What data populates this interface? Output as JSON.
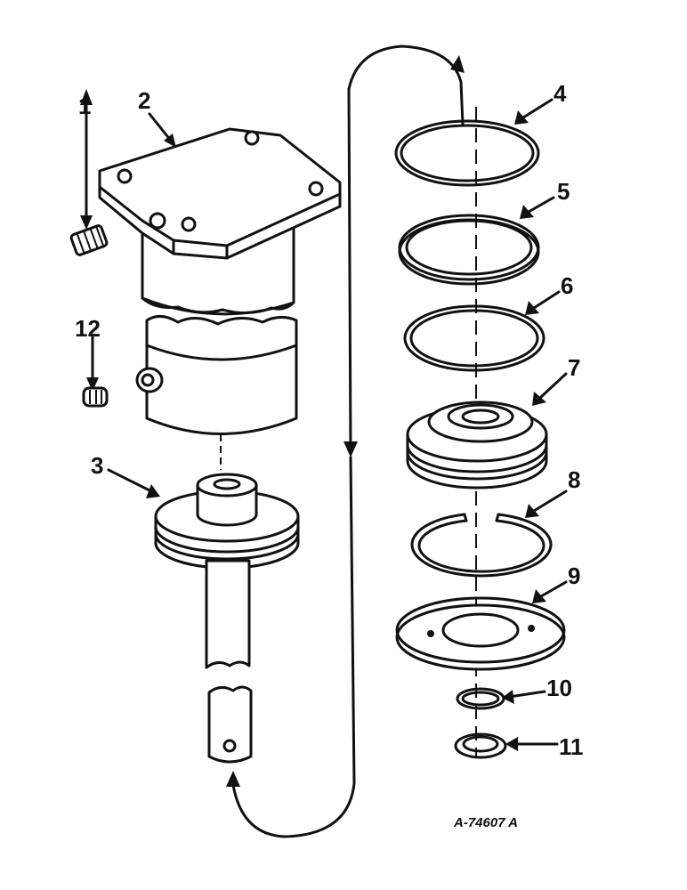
{
  "callouts": [
    {
      "id": "1",
      "label": "1"
    },
    {
      "id": "2",
      "label": "2"
    },
    {
      "id": "3",
      "label": "3"
    },
    {
      "id": "4",
      "label": "4"
    },
    {
      "id": "5",
      "label": "5"
    },
    {
      "id": "6",
      "label": "6"
    },
    {
      "id": "7",
      "label": "7"
    },
    {
      "id": "8",
      "label": "8"
    },
    {
      "id": "9",
      "label": "9"
    },
    {
      "id": "10",
      "label": "10"
    },
    {
      "id": "11",
      "label": "11"
    },
    {
      "id": "12",
      "label": "12"
    }
  ],
  "reference_code": "A-74607 A",
  "colors": {
    "ink": "#111111",
    "paper": "#ffffff"
  }
}
